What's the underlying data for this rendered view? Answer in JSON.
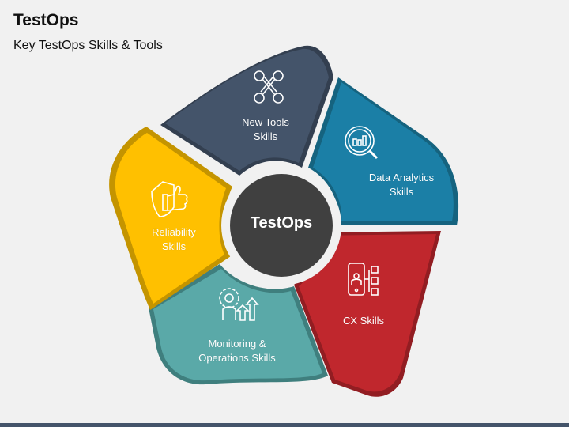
{
  "header": {
    "title": "TestOps",
    "subtitle": "Key TestOps Skills & Tools"
  },
  "diagram": {
    "center": {
      "label": "TestOps",
      "color": "#404040"
    },
    "segments": [
      {
        "id": "new-tools",
        "label_line1": "New Tools",
        "label_line2": "Skills",
        "icon": "wrench-cross-icon",
        "color": "#44546a",
        "edge_color": "#333f50"
      },
      {
        "id": "data-analytics",
        "label_line1": "Data Analytics",
        "label_line2": "Skills",
        "icon": "magnifier-chart-icon",
        "color": "#1b7fa6",
        "edge_color": "#15637f"
      },
      {
        "id": "cx",
        "label_line1": "CX Skills",
        "label_line2": "",
        "icon": "phone-checklist-icon",
        "color": "#c0272d",
        "edge_color": "#921d22"
      },
      {
        "id": "monitoring",
        "label_line1": "Monitoring &",
        "label_line2": "Operations Skills",
        "icon": "gear-person-arrows-icon",
        "color": "#5aa9a8",
        "edge_color": "#3f7f7e"
      },
      {
        "id": "reliability",
        "label_line1": "Reliability",
        "label_line2": "Skills",
        "icon": "shield-thumbsup-icon",
        "color": "#ffc000",
        "edge_color": "#c49400"
      }
    ]
  },
  "footer": {
    "bar_color": "#44546a"
  }
}
